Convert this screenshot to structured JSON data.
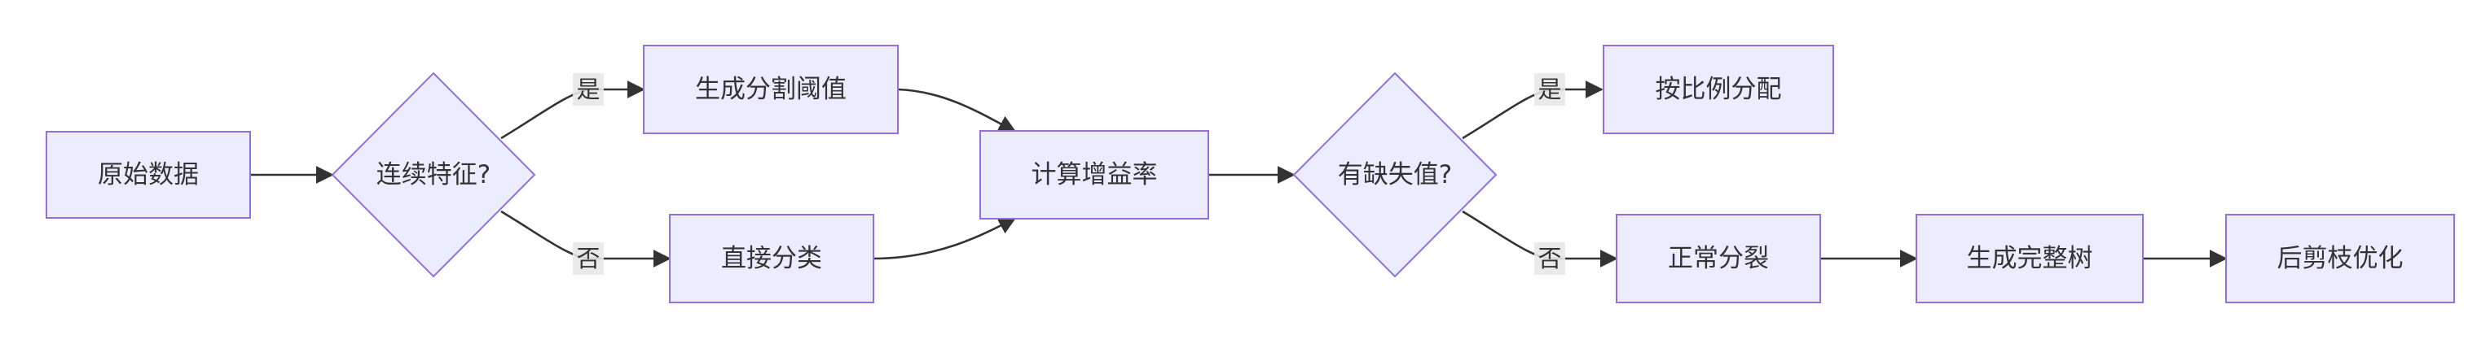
{
  "diagram": {
    "nodes": {
      "raw_data": "原始数据",
      "continuous_feature": "连续特征?",
      "gen_threshold": "生成分割阈值",
      "direct_split": "直接分类",
      "calc_gain_ratio": "计算增益率",
      "has_missing": "有缺失值?",
      "proportional_assign": "按比例分配",
      "normal_split": "正常分裂",
      "gen_full_tree": "生成完整树",
      "post_pruning": "后剪枝优化"
    },
    "edge_labels": {
      "continuous_yes": "是",
      "continuous_no": "否",
      "missing_yes": "是",
      "missing_no": "否"
    },
    "colors": {
      "node_fill": "#ececff",
      "node_stroke": "#9370db",
      "edge": "#333333",
      "text": "#333333",
      "label_bg": "#e8e8e8"
    }
  }
}
